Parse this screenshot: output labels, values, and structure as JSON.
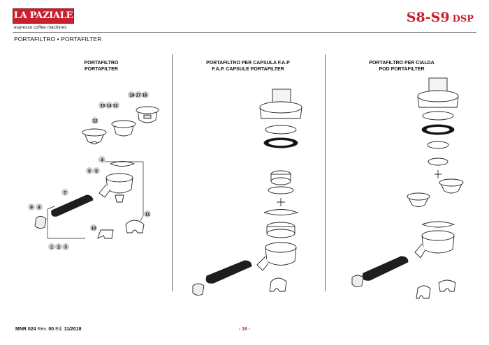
{
  "header": {
    "brand": "LA PAZIALE",
    "tagline": "espresso coffee machines",
    "model": "S8-S9",
    "model_suffix": "DSP"
  },
  "section_title": "PORTAFILTRO • PORTAFILTER",
  "columns": [
    {
      "title_line1": "PORTAFILTRO",
      "title_line2": "PORTAFILTER"
    },
    {
      "title_line1": "PORTAFILTRO PER CAPSULA F.A.P",
      "title_line2": "F.A.P. CAPSULE PORTAFILTER"
    },
    {
      "title_line1": "PORTAFILTRO PER CIALDA",
      "title_line2": "POD PORTAFILTER"
    }
  ],
  "part_labels": [
    "18 17 16",
    "15 14 13",
    "12",
    "4",
    "6",
    "5",
    "7",
    "9",
    "8",
    "11",
    "10",
    "1",
    "2",
    "3"
  ],
  "footer": {
    "doc": "MNR 024",
    "rev_label": "Rev.",
    "rev": "00",
    "ed_label": "Ed.",
    "date": "11/2018",
    "page": "- 16 -"
  }
}
